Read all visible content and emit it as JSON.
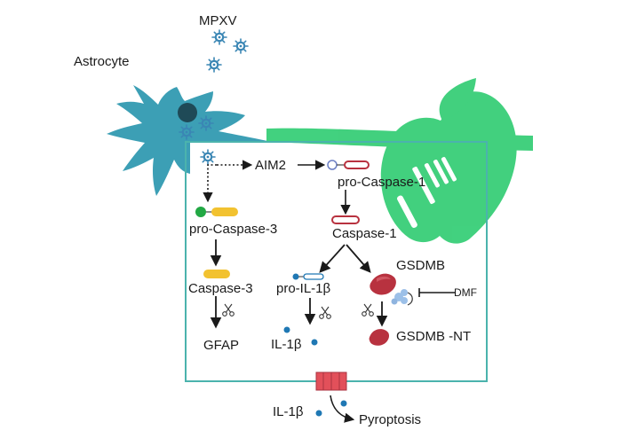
{
  "labels": {
    "mpxv": "MPXV",
    "astrocyte": "Astrocyte",
    "aim2": "AIM2",
    "pro_caspase_1": "pro-Caspase-1",
    "caspase_1": "Caspase-1",
    "pro_caspase_3": "pro-Caspase-3",
    "caspase_3": "Caspase-3",
    "gfap": "GFAP",
    "pro_il1b": "pro-IL-1β",
    "il1b_inner": "IL-1β",
    "gsdmb": "GSDMB",
    "dmf": "DMF",
    "gsdmb_nt": "GSDMB -NT",
    "il1b_outer": "IL-1β",
    "pyroptosis": "Pyroptosis"
  },
  "colors": {
    "cell_fill": "#3c9fb5",
    "box_border": "#4bb3ad",
    "virus": "#3a86b4",
    "caspase3": "#f2c230",
    "green_dot": "#22a844",
    "gsdmb": "#b8323f",
    "pore": "#e2505a",
    "dmf": "#9cc0e8",
    "il1b_dot": "#1f78b4",
    "watermark": "#2ecc71"
  },
  "icons": {
    "virus": "virus-icon",
    "scissors": "scissors-icon",
    "watermark": "apple-fork-logo-icon"
  }
}
